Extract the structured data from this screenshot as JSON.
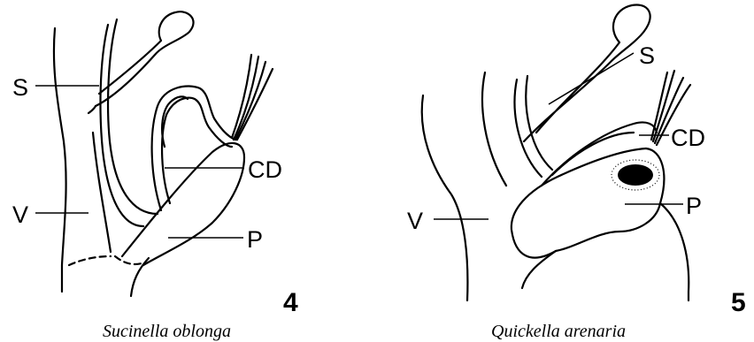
{
  "figures": [
    {
      "number": "4",
      "caption": "Sucinella oblonga",
      "labels": {
        "s": "S",
        "cd": "CD",
        "v": "V",
        "p": "P"
      }
    },
    {
      "number": "5",
      "caption": "Quickella arenaria",
      "labels": {
        "s": "S",
        "cd": "CD",
        "v": "V",
        "p": "P"
      }
    }
  ]
}
